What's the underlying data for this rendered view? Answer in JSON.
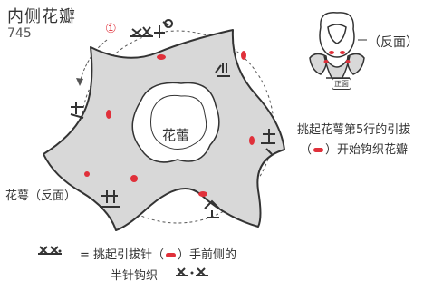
{
  "header": {
    "title": "内侧花瓣",
    "code": "745"
  },
  "diagram": {
    "round_marker": "①",
    "center_label": "花蕾",
    "calyx_label": "花萼（反面）",
    "reverse_label": "（反面）",
    "front_label": "正面",
    "pick_line1": "挑起花萼第5行的引拔",
    "pick_line2_pre": "（",
    "pick_line2_post": "）开始钩织花瓣",
    "legend_pre": "= 挑起引拔针（",
    "legend_post": "）手前侧的",
    "legend_line2": "半针钩织"
  },
  "colors": {
    "accent": "#e0303a",
    "fill": "#d8d8d8",
    "stroke": "#333333"
  }
}
